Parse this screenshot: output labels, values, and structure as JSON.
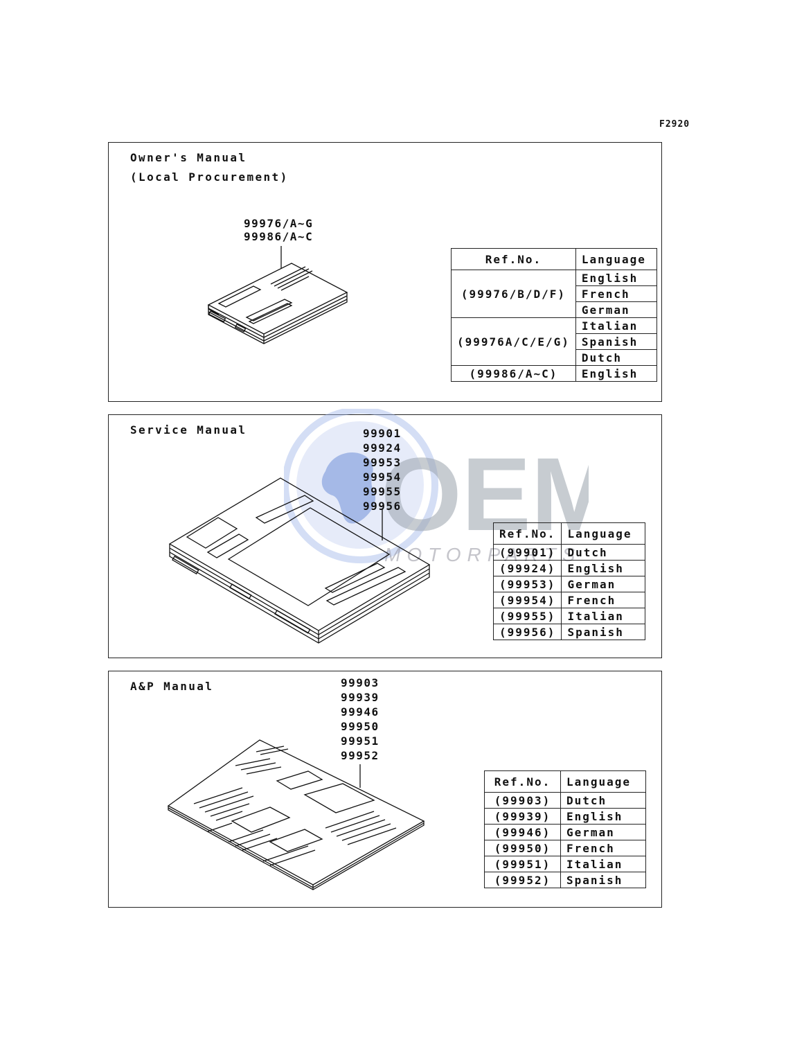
{
  "figure_code": "F2920",
  "panels": {
    "owners_manual": {
      "title_line1": "Owner's Manual",
      "title_line2": "(Local Procurement)",
      "part_numbers": [
        "99976/A~G",
        "99986/A~C"
      ],
      "table": {
        "header_ref": "Ref.No.",
        "header_lang": "Language",
        "groups": [
          {
            "ref": "(99976/B/D/F)",
            "languages": [
              "English",
              "French",
              "German"
            ]
          },
          {
            "ref": "(99976A/C/E/G)",
            "languages": [
              "Italian",
              "Spanish",
              "Dutch"
            ]
          },
          {
            "ref": "(99986/A~C)",
            "languages": [
              "English"
            ]
          }
        ]
      }
    },
    "service_manual": {
      "title": "Service Manual",
      "part_numbers": [
        "99901",
        "99924",
        "99953",
        "99954",
        "99955",
        "99956"
      ],
      "table": {
        "header_ref": "Ref.No.",
        "header_lang": "Language",
        "rows": [
          {
            "ref": "(99901)",
            "lang": "Dutch"
          },
          {
            "ref": "(99924)",
            "lang": "English"
          },
          {
            "ref": "(99953)",
            "lang": "German"
          },
          {
            "ref": "(99954)",
            "lang": "French"
          },
          {
            "ref": "(99955)",
            "lang": "Italian"
          },
          {
            "ref": "(99956)",
            "lang": "Spanish"
          }
        ]
      }
    },
    "ap_manual": {
      "title": "A&P Manual",
      "part_numbers": [
        "99903",
        "99939",
        "99946",
        "99950",
        "99951",
        "99952"
      ],
      "table": {
        "header_ref": "Ref.No.",
        "header_lang": "Language",
        "rows": [
          {
            "ref": "(99903)",
            "lang": "Dutch"
          },
          {
            "ref": "(99939)",
            "lang": "English"
          },
          {
            "ref": "(99946)",
            "lang": "German"
          },
          {
            "ref": "(99950)",
            "lang": "French"
          },
          {
            "ref": "(99951)",
            "lang": "Italian"
          },
          {
            "ref": "(99952)",
            "lang": "Spanish"
          }
        ]
      }
    }
  },
  "watermark": {
    "logo": "OEM",
    "subtitle": "MOTORPARTS",
    "logo_color": "#9aa3ad",
    "globe_color": "#6f8fd8"
  }
}
